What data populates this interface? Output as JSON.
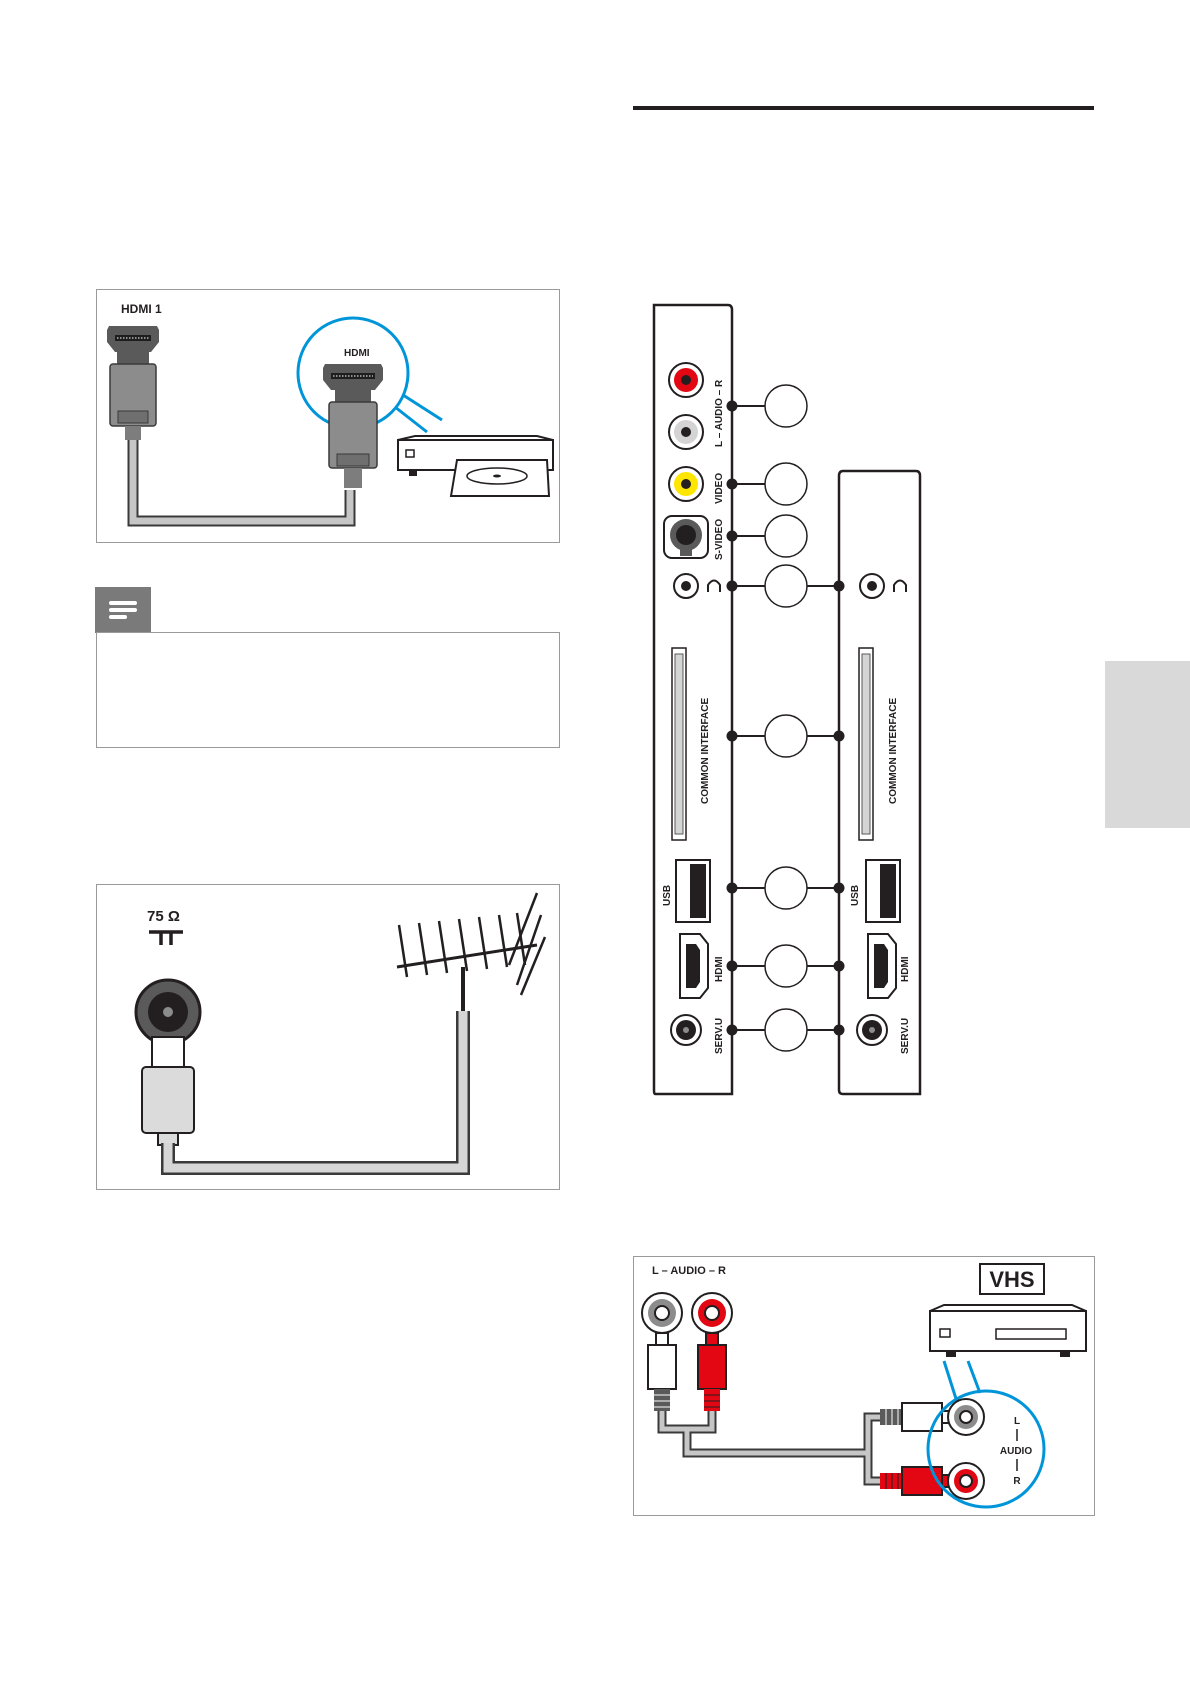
{
  "hdmi_diagram": {
    "port_label": "HDMI 1",
    "device_label": "HDMI",
    "cable_color": "#b7b7b7",
    "callout_color": "#0095d9"
  },
  "note": {
    "icon": "note-lines-icon",
    "text": ""
  },
  "antenna_diagram": {
    "impedance_label": "75 Ω"
  },
  "side_panel": {
    "left_panel": {
      "audio_label": "L – AUDIO – R",
      "video_label": "VIDEO",
      "svideo_label": "S-VIDEO",
      "ci_label": "COMMON INTERFACE",
      "usb_label": "USB",
      "hdmi_label": "HDMI",
      "servu_label": "SERV.U"
    },
    "right_panel": {
      "ci_label": "COMMON INTERFACE",
      "usb_label": "USB",
      "hdmi_label": "HDMI",
      "servu_label": "SERV.U"
    },
    "callout_circles": 8,
    "audio_r_color": "#e30613",
    "video_color": "#ffe600"
  },
  "vhs_diagram": {
    "port_label": "L – AUDIO – R",
    "logo": "VHS",
    "jack_l": "L",
    "jack_audio": "AUDIO",
    "jack_r": "R",
    "white_plug_color": "#ffffff",
    "red_plug_color": "#e30613",
    "callout_color": "#0095d9"
  },
  "side_tab": {
    "color": "#d9d9d9"
  }
}
